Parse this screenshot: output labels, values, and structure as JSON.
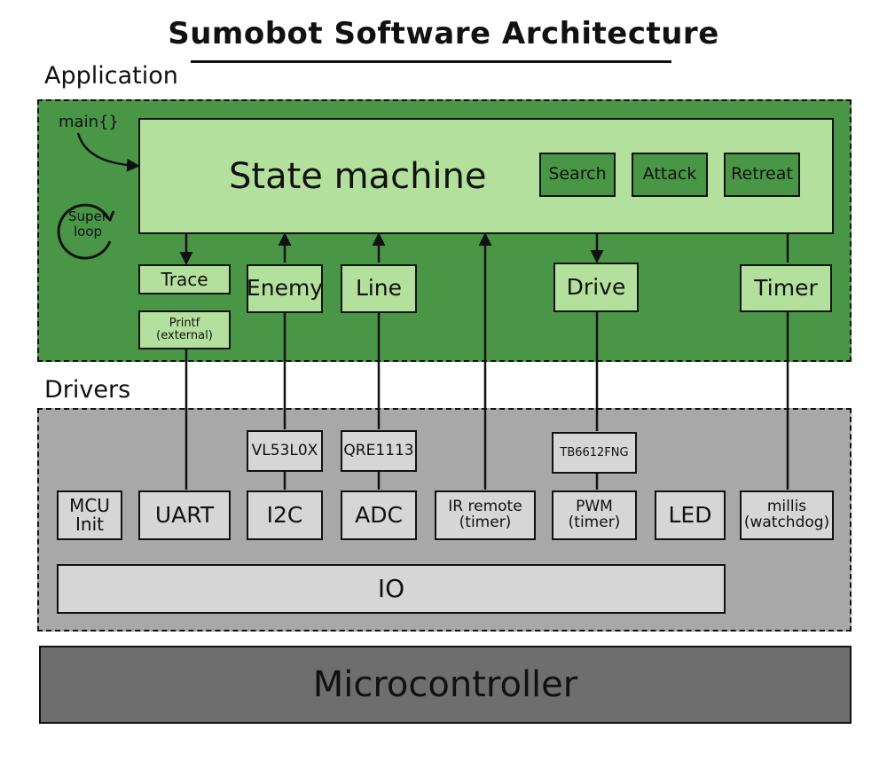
{
  "title": "Sumobot Software Architecture",
  "layers": {
    "application": "Application",
    "drivers": "Drivers"
  },
  "application": {
    "main_label": "main{}",
    "super_loop": "Super loop",
    "state_machine": "State machine",
    "states": [
      "Search",
      "Attack",
      "Retreat"
    ],
    "trace": "Trace",
    "printf": "Printf (external)",
    "enemy": "Enemy",
    "line": "Line",
    "drive": "Drive",
    "timer": "Timer"
  },
  "drivers": {
    "vl53l0x": "VL53L0X",
    "qre1113": "QRE1113",
    "tb6612fng": "TB6612FNG",
    "mcu_init": "MCU Init",
    "uart": "UART",
    "i2c": "I2C",
    "adc": "ADC",
    "ir_remote": "IR remote (timer)",
    "pwm": "PWM (timer)",
    "led": "LED",
    "millis": "millis (watchdog)",
    "io": "IO"
  },
  "hardware": {
    "microcontroller": "Microcontroller"
  },
  "colors": {
    "app_bg": "#4a9647",
    "box_green": "#b3e09c",
    "driver_bg": "#a8a8a8",
    "box_grey": "#d6d6d6",
    "mcu_bg": "#6e6e6e"
  }
}
